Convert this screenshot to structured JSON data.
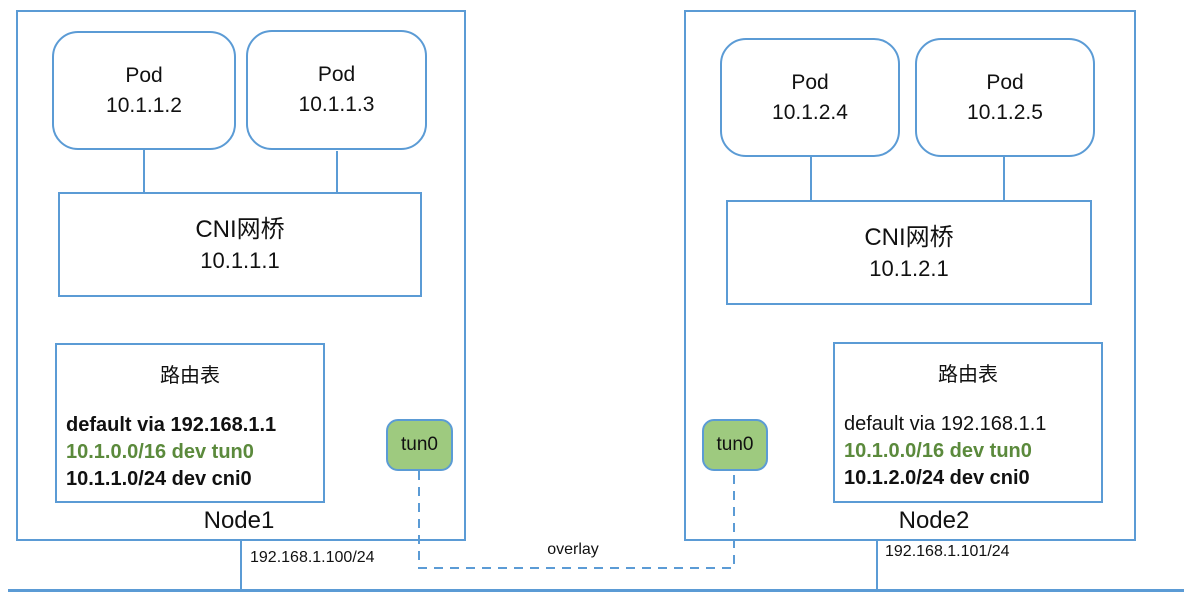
{
  "colors": {
    "line_blue": "#5b9bd5",
    "route_green": "#5b8a3c",
    "tun_fill": "#9eca7f",
    "text": "#111111"
  },
  "overlay": {
    "label": "overlay"
  },
  "nodes": [
    {
      "name": "Node1",
      "host_ip": "192.168.1.100/24",
      "tun_label": "tun0",
      "pods": [
        {
          "title": "Pod",
          "ip": "10.1.1.2"
        },
        {
          "title": "Pod",
          "ip": "10.1.1.3"
        }
      ],
      "bridge": {
        "title": "CNI网桥",
        "ip": "10.1.1.1"
      },
      "route_table": {
        "title": "路由表",
        "entries": [
          {
            "text": "default via 192.168.1.1",
            "style": "black-bold"
          },
          {
            "text": "10.1.0.0/16 dev tun0",
            "style": "green-bold"
          },
          {
            "text": "10.1.1.0/24 dev cni0",
            "style": "black-bold"
          }
        ]
      }
    },
    {
      "name": "Node2",
      "host_ip": "192.168.1.101/24",
      "tun_label": "tun0",
      "pods": [
        {
          "title": "Pod",
          "ip": "10.1.2.4"
        },
        {
          "title": "Pod",
          "ip": "10.1.2.5"
        }
      ],
      "bridge": {
        "title": "CNI网桥",
        "ip": "10.1.2.1"
      },
      "route_table": {
        "title": "路由表",
        "entries": [
          {
            "text": "default via 192.168.1.1",
            "style": "black-regular"
          },
          {
            "text": "10.1.0.0/16 dev tun0",
            "style": "green-bold"
          },
          {
            "text": "10.1.2.0/24 dev cni0",
            "style": "black-bold"
          }
        ]
      }
    }
  ]
}
